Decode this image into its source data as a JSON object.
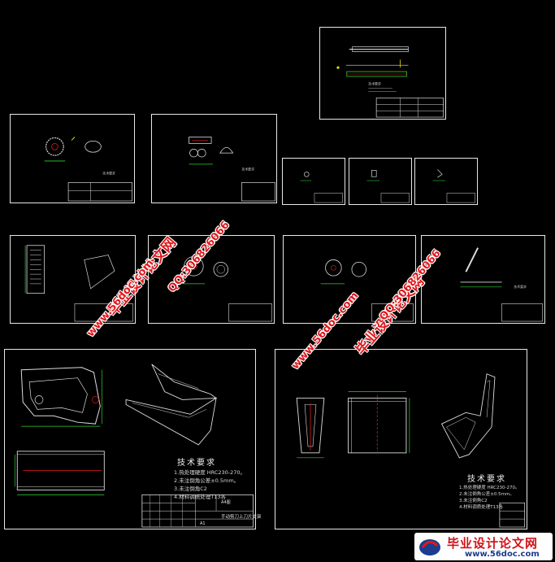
{
  "sheets": {
    "main_left": {
      "notes_title": "技术要求",
      "notes": [
        "1.热处理硬度  HRC230-270。",
        "2.未注倒角公差±0.5mm。",
        "3.未注倒角C2",
        "4.材料调质处理T13各"
      ],
      "title_block": {
        "drawing_name": "手动剪刀上刀片支架",
        "drawing_name_label": "A4图",
        "scale_label": "A1"
      }
    },
    "main_right": {
      "notes_title": "技术要求",
      "notes": [
        "1.热处理硬度  HRC230-270。",
        "2.未注倒角公差±0.5mm。",
        "3.未注倒角C2",
        "4.材料调质处理T13各"
      ]
    }
  },
  "watermarks": [
    {
      "text": "毕业设计论文网"
    },
    {
      "text": "www.56doc.com"
    },
    {
      "text": "QQ:306826066"
    },
    {
      "text": "毕业设计论文网"
    },
    {
      "text": "www.56doc.com"
    },
    {
      "text": "QQ:306826066"
    }
  ],
  "footer": {
    "logo_text": "毕业设计论文网",
    "url": "www.56doc.com"
  },
  "colors": {
    "line": "#e8e8e8",
    "green": "#2fd12f",
    "red": "#e0181c",
    "yellow": "#e8e000",
    "cyan": "#20c8d8"
  }
}
